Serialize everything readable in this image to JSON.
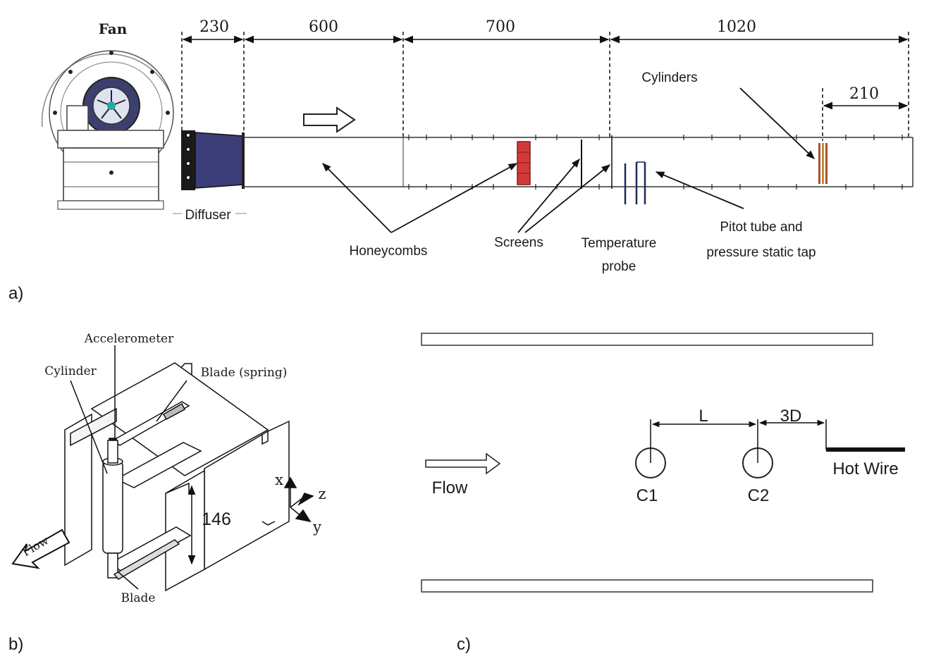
{
  "panel_a": {
    "label": "a)",
    "dims": [
      "230",
      "600",
      "700",
      "1020",
      "210"
    ],
    "fan": "Fan",
    "diffuser": "Diffuser",
    "cylinders": "Cylinders",
    "honeycombs": "Honeycombs",
    "screens": "Screens",
    "temperature_l1": "Temperature",
    "temperature_l2": "probe",
    "pitot_l1": "Pitot tube and",
    "pitot_l2": "pressure static tap"
  },
  "panel_b": {
    "label": "b)",
    "accelerometer": "Accelerometer",
    "cylinder": "Cylinder",
    "blade_spring": "Blade (spring)",
    "blade": "Blade",
    "dim": "146",
    "flow": "Flow",
    "axis_x": "x",
    "axis_y": "y",
    "axis_z": "z"
  },
  "panel_c": {
    "label": "c)",
    "flow": "Flow",
    "L": "L",
    "threeD": "3D",
    "c1": "C1",
    "c2": "C2",
    "hotwire": "Hot Wire"
  }
}
